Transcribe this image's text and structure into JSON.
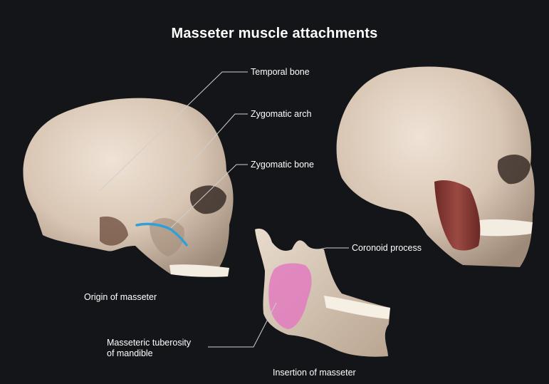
{
  "title": "Masseter muscle attachments",
  "labels": {
    "temporal_bone": "Temporal bone",
    "zygomatic_arch": "Zygomatic arch",
    "zygomatic_bone": "Zygomatic bone",
    "coronoid_process": "Coronoid process",
    "masseteric_tuberosity_line1": "Masseteric tuberosity",
    "masseteric_tuberosity_line2": "of mandible"
  },
  "captions": {
    "origin": "Origin of masseter",
    "insertion": "Insertion of masseter"
  },
  "colors": {
    "background": "#141518",
    "bone": "#e3d3c4",
    "origin_highlight": "#2fa0d8",
    "insertion_highlight": "#e27bbf",
    "muscle": "#8a3a34",
    "leader_line": "#cfcfcf"
  }
}
